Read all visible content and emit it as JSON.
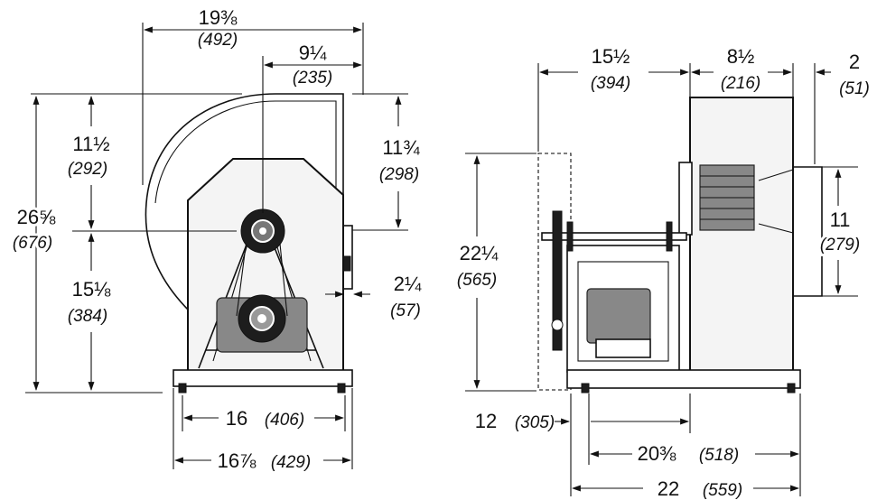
{
  "front_view": {
    "overall_width": {
      "main": "19⅜",
      "sub": "(492)"
    },
    "shaft_to_back": {
      "main": "9¼",
      "sub": "(235)"
    },
    "upper_height": {
      "main": "11½",
      "sub": "(292)"
    },
    "total_height": {
      "main": "26⅝",
      "sub": "(676)"
    },
    "outlet_height": {
      "main": "11¾",
      "sub": "(298)"
    },
    "lower_height": {
      "main": "15⅛",
      "sub": "(384)"
    },
    "flange": {
      "main": "2¼",
      "sub": "(57)"
    },
    "base_width_inner": {
      "main": "16",
      "sub": "(406)"
    },
    "base_width_outer": {
      "main": "16⅞",
      "sub": "(429)"
    }
  },
  "side_view": {
    "drive_length": {
      "main": "15½",
      "sub": "(394)"
    },
    "housing_width": {
      "main": "8½",
      "sub": "(216)"
    },
    "inlet_offset": {
      "main": "2",
      "sub": "(51)"
    },
    "shaft_height": {
      "main": "22¼",
      "sub": "(565)"
    },
    "inlet_diameter": {
      "main": "11",
      "sub": "(279)"
    },
    "overhang": {
      "main": "12",
      "sub": "(305)"
    },
    "base_inner": {
      "main": "20⅜",
      "sub": "(518)"
    },
    "base_overall": {
      "main": "22",
      "sub": "(559)"
    }
  }
}
